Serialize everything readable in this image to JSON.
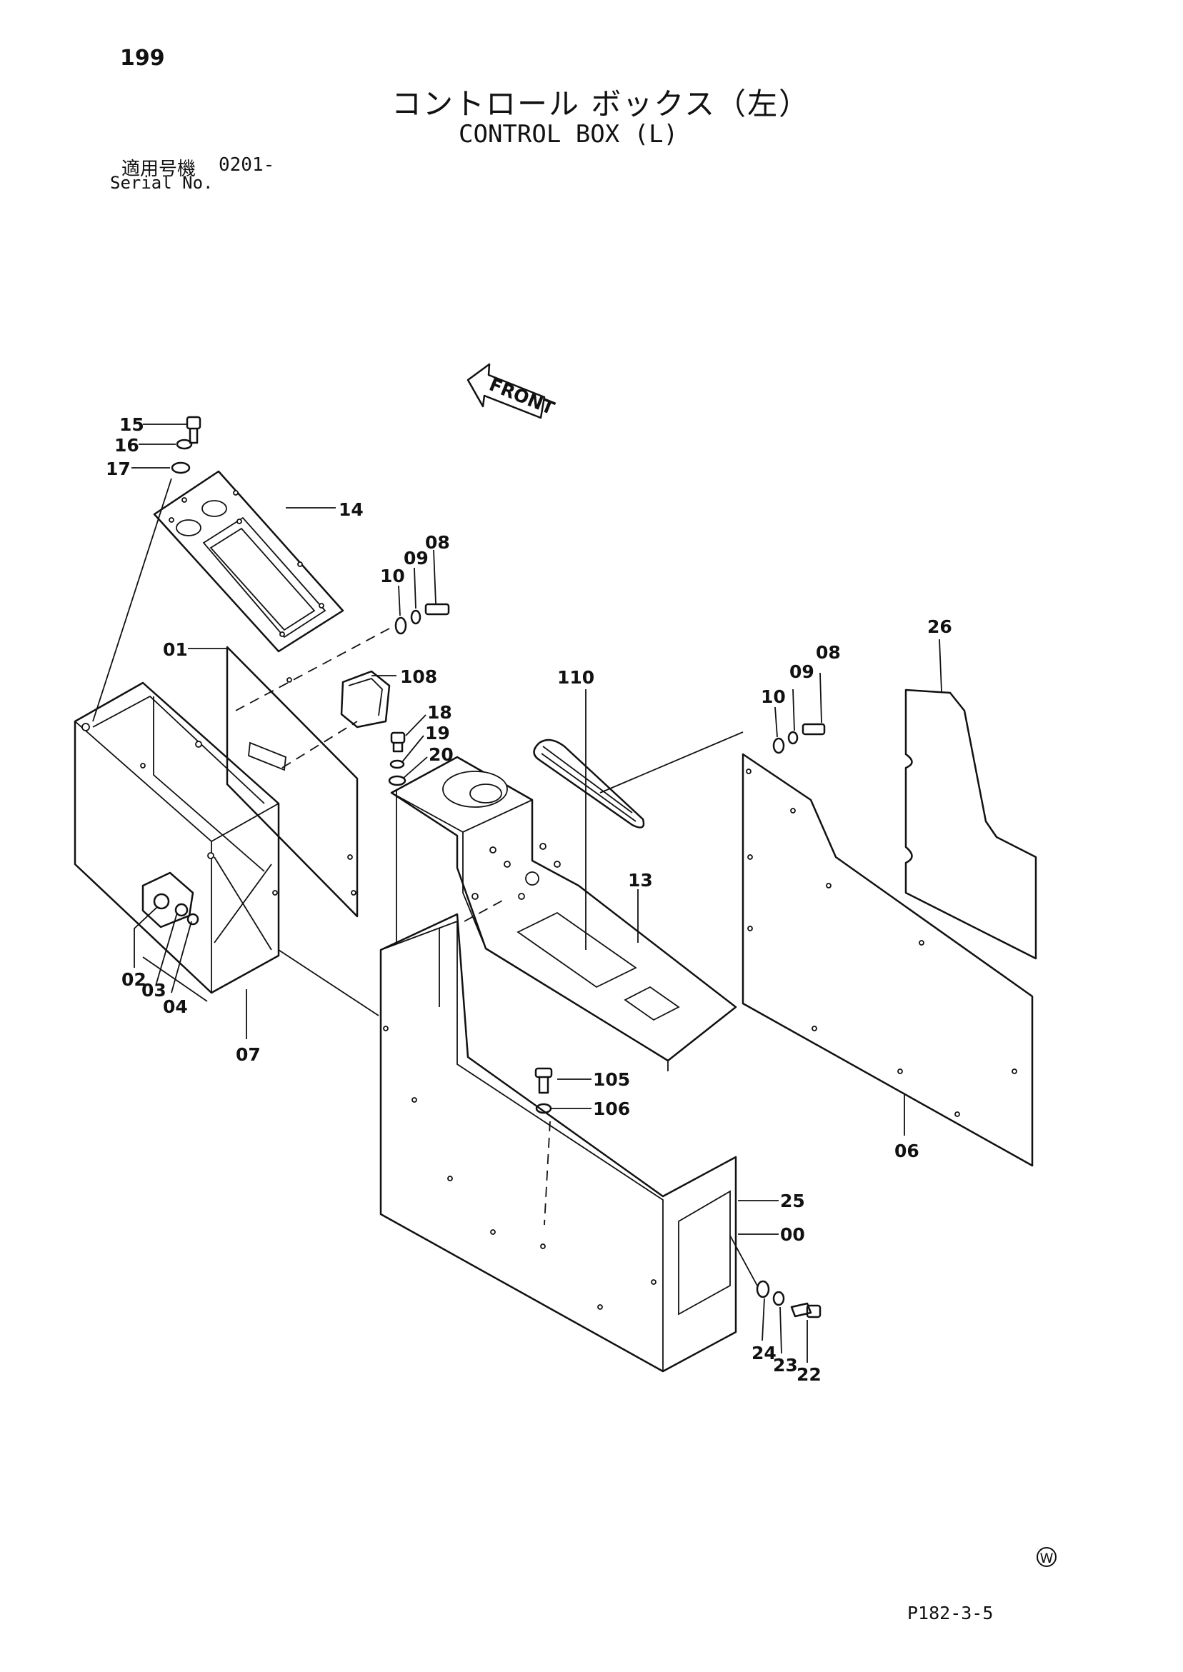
{
  "page": {
    "page_number": "199",
    "title_jp": "コントロール ボックス（左）",
    "title_en": "CONTROL BOX (L)",
    "serial_label_jp": "適用号機",
    "serial_value": "0201-",
    "serial_label_en": "Serial No.",
    "drawing_code": "P182-3-5",
    "watermark_letter": "W"
  },
  "diagram": {
    "front_label": "FRONT",
    "part_labels": [
      "15",
      "16",
      "17",
      "14",
      "01",
      "108",
      "10",
      "09",
      "08",
      "18",
      "19",
      "20",
      "02",
      "03",
      "04",
      "07",
      "110",
      "13",
      "105",
      "106",
      "25",
      "00",
      "24",
      "23",
      "22",
      "10",
      "09",
      "08",
      "26",
      "06"
    ]
  }
}
